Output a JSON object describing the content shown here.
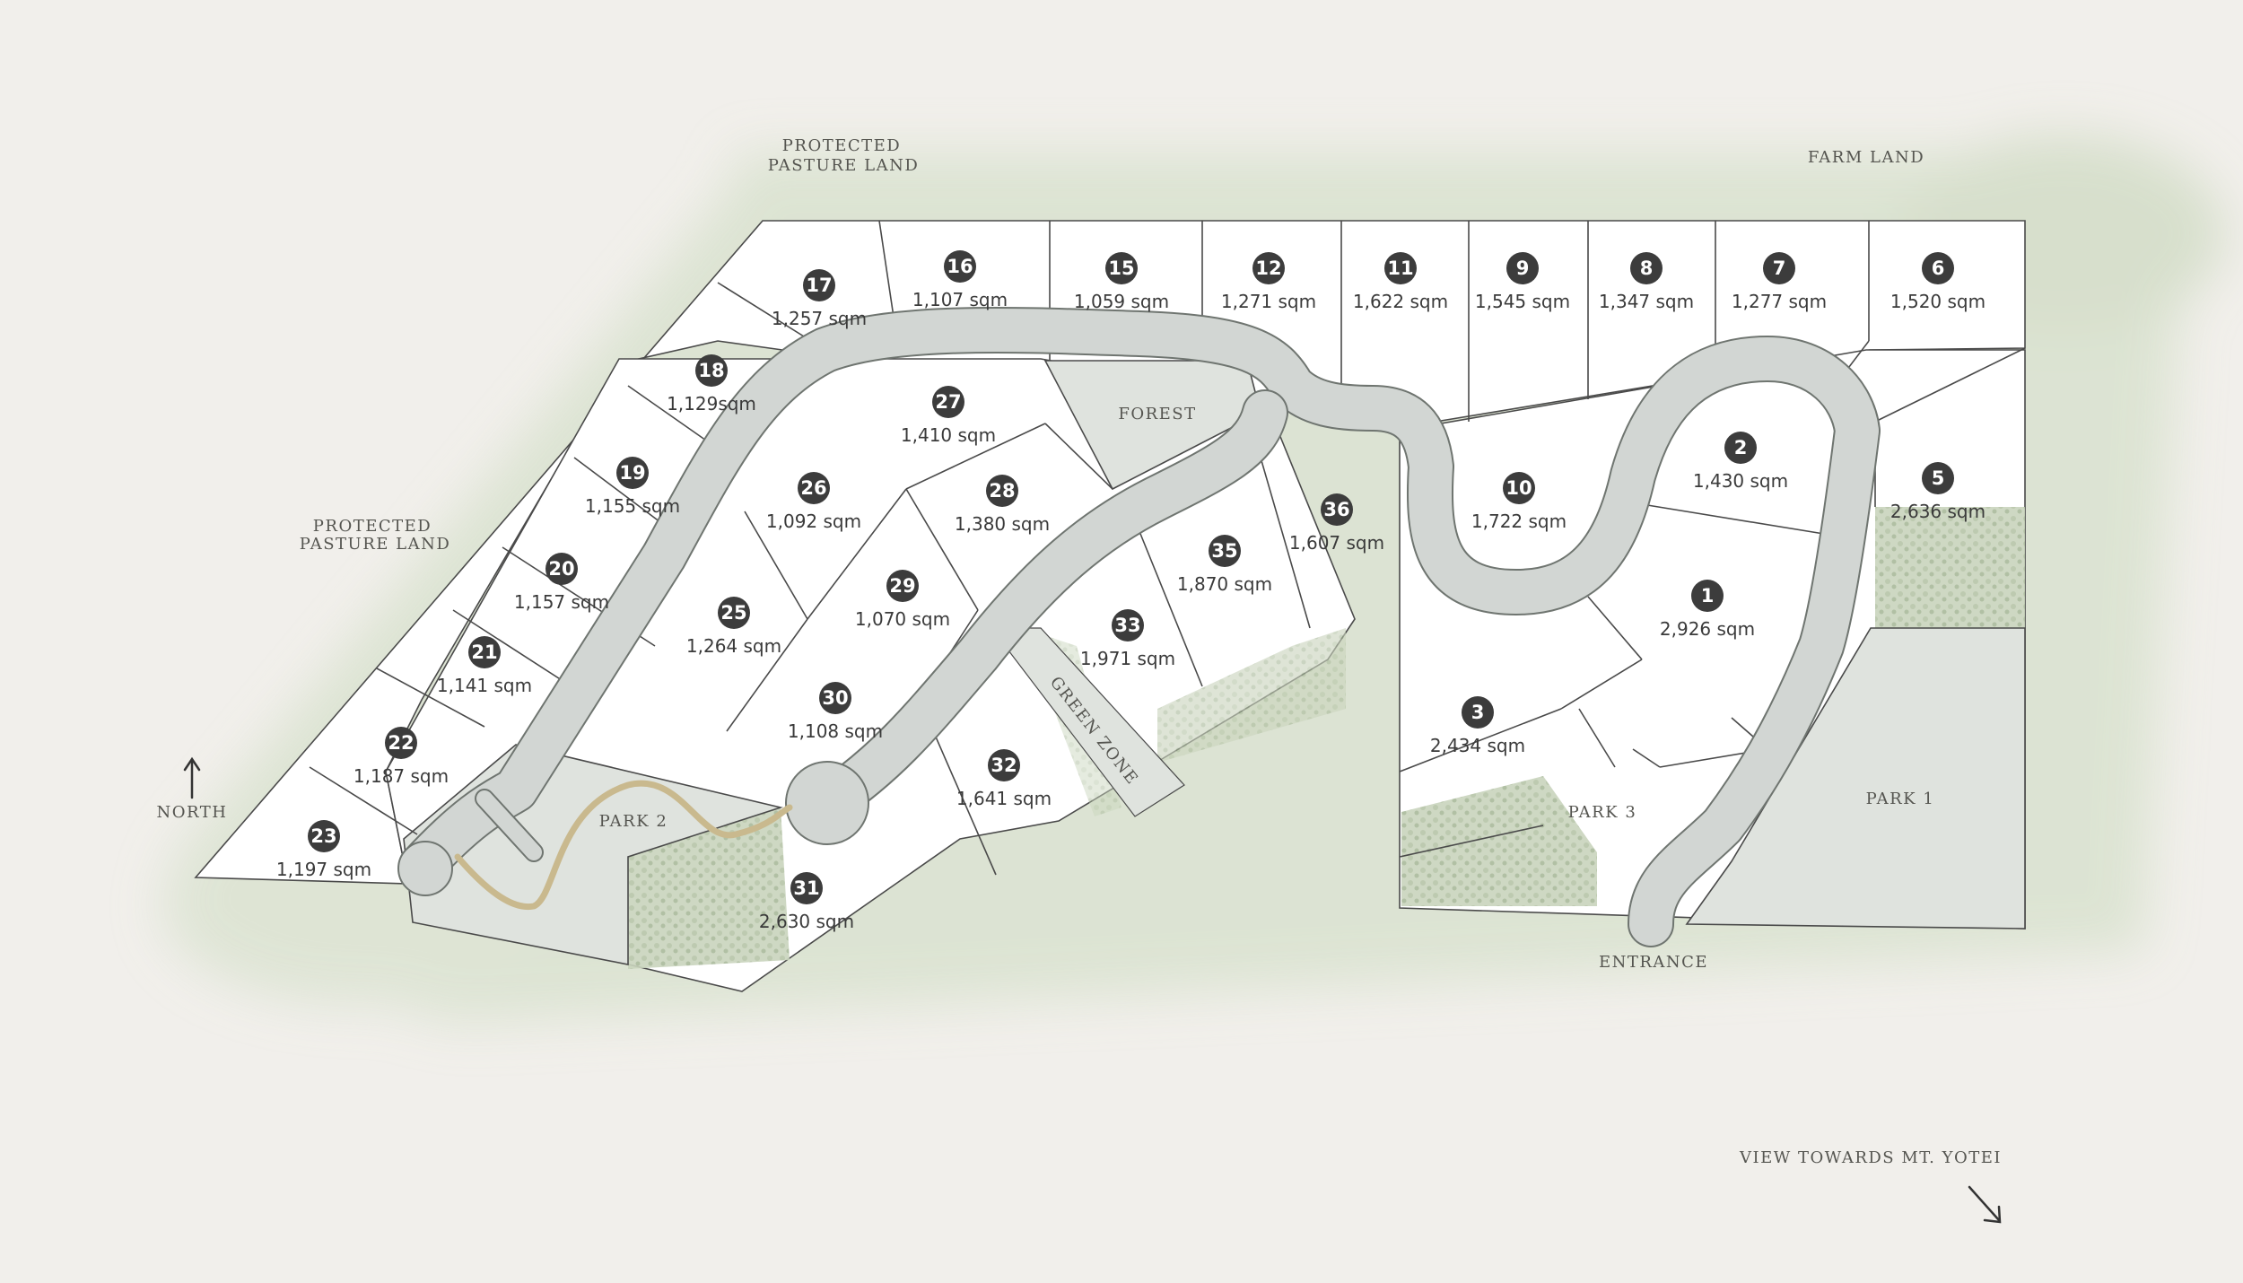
{
  "colors": {
    "background": "#f1efeb",
    "vegetation": "#cfd9c2",
    "road": "#d2d6d3",
    "road_edge": "#6f7570",
    "park": "#dfe3de",
    "lot_fill": "#ffffff",
    "lot_line": "#4a4a4a",
    "badge": "#3c3c3c",
    "trail": "#c9b98e"
  },
  "labels": {
    "protected_pasture_top_1": "PROTECTED",
    "protected_pasture_top_2": "PASTURE LAND",
    "protected_pasture_left_1": "PROTECTED",
    "protected_pasture_left_2": "PASTURE LAND",
    "farm_land": "FARM LAND",
    "forest": "FOREST",
    "green_zone": "GREEN ZONE",
    "park_1": "PARK 1",
    "park_2": "PARK 2",
    "park_3": "PARK 3",
    "entrance": "ENTRANCE",
    "north": "NORTH",
    "view": "VIEW TOWARDS MT. YOTEI"
  },
  "icons": {
    "north_arrow": "arrow-up-icon",
    "view_arrow": "arrow-down-right-icon"
  },
  "lots": [
    {
      "id": "1",
      "area": "2,926 sqm"
    },
    {
      "id": "2",
      "area": "1,430 sqm"
    },
    {
      "id": "3",
      "area": "2,434 sqm"
    },
    {
      "id": "5",
      "area": "2,636 sqm"
    },
    {
      "id": "6",
      "area": "1,520 sqm"
    },
    {
      "id": "7",
      "area": "1,277 sqm"
    },
    {
      "id": "8",
      "area": "1,347 sqm"
    },
    {
      "id": "9",
      "area": "1,545 sqm"
    },
    {
      "id": "10",
      "area": "1,722 sqm"
    },
    {
      "id": "11",
      "area": "1,622 sqm"
    },
    {
      "id": "12",
      "area": "1,271 sqm"
    },
    {
      "id": "15",
      "area": "1,059 sqm"
    },
    {
      "id": "16",
      "area": "1,107 sqm"
    },
    {
      "id": "17",
      "area": "1,257 sqm"
    },
    {
      "id": "18",
      "area": "1,129sqm"
    },
    {
      "id": "19",
      "area": "1,155 sqm"
    },
    {
      "id": "20",
      "area": "1,157 sqm"
    },
    {
      "id": "21",
      "area": "1,141 sqm"
    },
    {
      "id": "22",
      "area": "1,187 sqm"
    },
    {
      "id": "23",
      "area": "1,197 sqm"
    },
    {
      "id": "25",
      "area": "1,264 sqm"
    },
    {
      "id": "26",
      "area": "1,092 sqm"
    },
    {
      "id": "27",
      "area": "1,410 sqm"
    },
    {
      "id": "28",
      "area": "1,380 sqm"
    },
    {
      "id": "29",
      "area": "1,070 sqm"
    },
    {
      "id": "30",
      "area": "1,108 sqm"
    },
    {
      "id": "31",
      "area": "2,630 sqm"
    },
    {
      "id": "32",
      "area": "1,641 sqm"
    },
    {
      "id": "33",
      "area": "1,971 sqm"
    },
    {
      "id": "35",
      "area": "1,870 sqm"
    },
    {
      "id": "36",
      "area": "1,607 sqm"
    }
  ]
}
